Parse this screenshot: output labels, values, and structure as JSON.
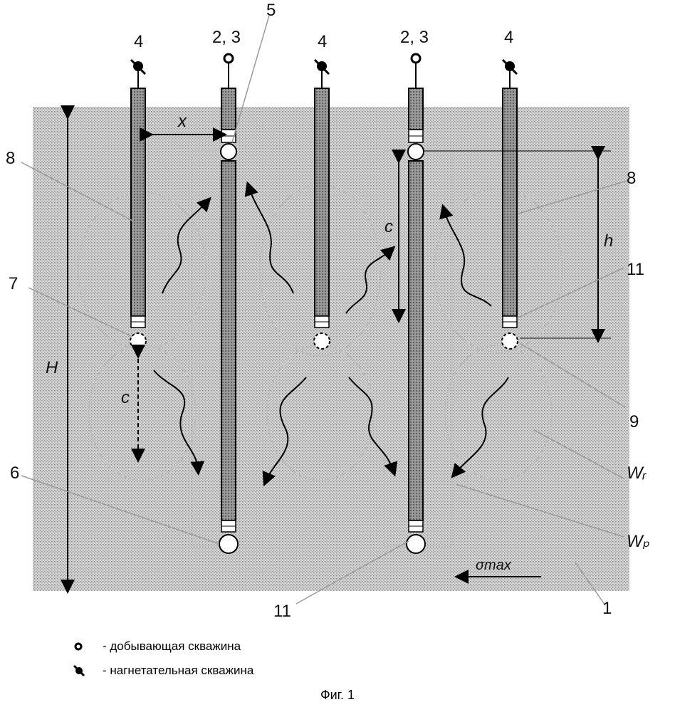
{
  "labels": {
    "well_top_left": "4",
    "well_top_second": "2, 3",
    "well_top_center": "4",
    "well_top_fourth": "2, 3",
    "well_top_right": "4",
    "callout_5": "5",
    "callout_8_left": "8",
    "callout_8_right": "8",
    "callout_7": "7",
    "callout_6": "6",
    "callout_11_right": "11",
    "callout_11_bottom": "11",
    "callout_9": "9",
    "callout_1": "1",
    "callout_wr": "Wᵣ",
    "callout_wp": "Wₚ",
    "dim_x": "x",
    "dim_H": "H",
    "dim_h": "h",
    "dim_c_left": "c",
    "dim_c_right": "c",
    "sigma": "σmax"
  },
  "legend": {
    "producer": "- добывающая скважина",
    "injector": "- нагнетательная скважина"
  },
  "caption": "Фиг. 1"
}
